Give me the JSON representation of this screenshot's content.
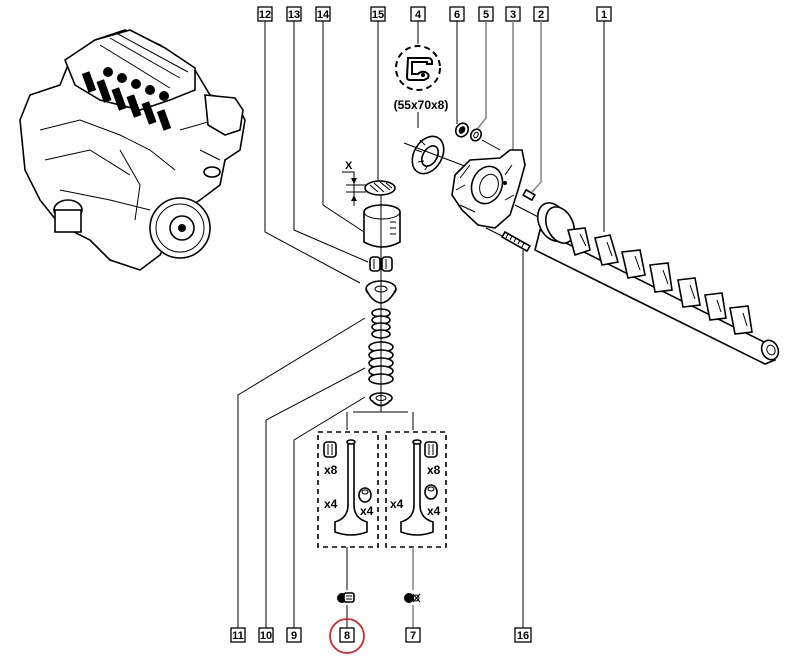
{
  "diagram": {
    "title": "Camshaft and valve train exploded view",
    "highlight_color": "#d9262c",
    "highlighted_ref": "8",
    "refs": [
      {
        "id": "1",
        "label": "1"
      },
      {
        "id": "2",
        "label": "2"
      },
      {
        "id": "3",
        "label": "3"
      },
      {
        "id": "4",
        "label": "4"
      },
      {
        "id": "5",
        "label": "5"
      },
      {
        "id": "6",
        "label": "6"
      },
      {
        "id": "7",
        "label": "7"
      },
      {
        "id": "8",
        "label": "8"
      },
      {
        "id": "9",
        "label": "9"
      },
      {
        "id": "10",
        "label": "10"
      },
      {
        "id": "11",
        "label": "11"
      },
      {
        "id": "12",
        "label": "12"
      },
      {
        "id": "13",
        "label": "13"
      },
      {
        "id": "14",
        "label": "14"
      },
      {
        "id": "15",
        "label": "15"
      },
      {
        "id": "16",
        "label": "16"
      }
    ],
    "seal_size": "(55x70x8)",
    "shim_dimension_label": "X",
    "left_group": {
      "qty_keys": "x8",
      "qty_valves": "x4",
      "qty_seals": "x4"
    },
    "right_group": {
      "qty_keys": "x8",
      "qty_valves": "x4",
      "qty_seals": "x4"
    }
  }
}
